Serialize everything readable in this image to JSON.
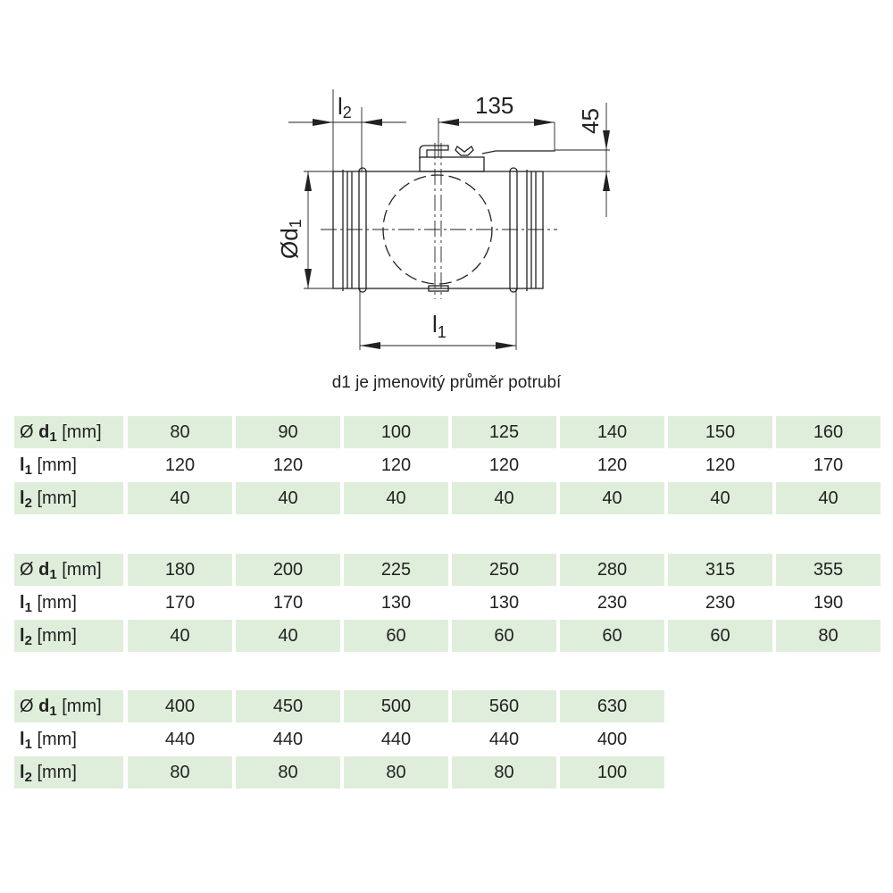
{
  "drawing": {
    "dim_l2": "l",
    "dim_l2_sub": "2",
    "dim_135": "135",
    "dim_45": "45",
    "dim_d1": "Ød",
    "dim_d1_sub": "1",
    "dim_l1": "l",
    "dim_l1_sub": "1"
  },
  "caption": "d1 je jmenovitý průměr potrubí",
  "row_labels": {
    "d1_sym": "Ø",
    "d1_main": "d",
    "d1_sub": "1",
    "l1_main": "l",
    "l1_sub": "1",
    "l2_main": "l",
    "l2_sub": "2",
    "unit": "[mm]"
  },
  "tables": [
    {
      "d1": [
        "80",
        "90",
        "100",
        "125",
        "140",
        "150",
        "160"
      ],
      "l1": [
        "120",
        "120",
        "120",
        "120",
        "120",
        "120",
        "170"
      ],
      "l2": [
        "40",
        "40",
        "40",
        "40",
        "40",
        "40",
        "40"
      ]
    },
    {
      "d1": [
        "180",
        "200",
        "225",
        "250",
        "280",
        "315",
        "355"
      ],
      "l1": [
        "170",
        "170",
        "130",
        "130",
        "230",
        "230",
        "190"
      ],
      "l2": [
        "40",
        "40",
        "60",
        "60",
        "60",
        "60",
        "80"
      ]
    },
    {
      "d1": [
        "400",
        "450",
        "500",
        "560",
        "630"
      ],
      "l1": [
        "440",
        "440",
        "440",
        "440",
        "400"
      ],
      "l2": [
        "80",
        "80",
        "80",
        "80",
        "100"
      ]
    }
  ],
  "colors": {
    "row_fill": "#dfeedb"
  }
}
